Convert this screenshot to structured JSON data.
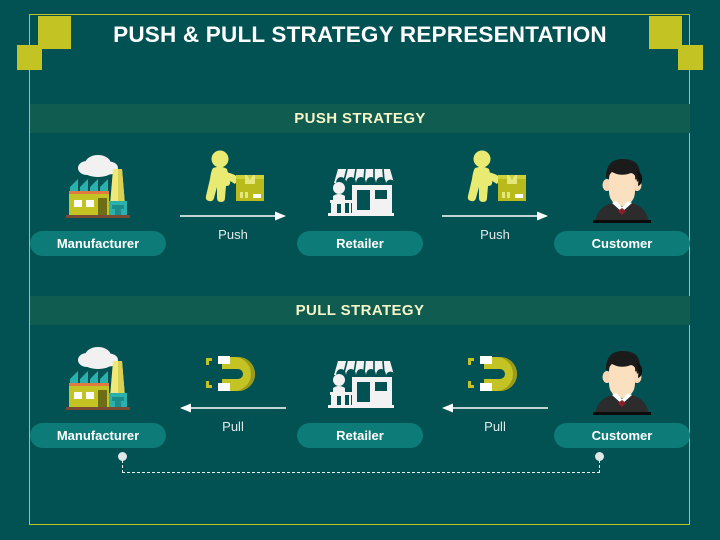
{
  "slide": {
    "title": "PUSH & PULL STRATEGY REPRESENTATION",
    "background_color": "#025153",
    "accent_color": "#c3c423",
    "band_color": "#115c50",
    "pill_color": "#0d7c78"
  },
  "sections": [
    {
      "id": "push",
      "band_label": "PUSH STRATEGY",
      "nodes": [
        {
          "id": "manufacturer",
          "label": "Manufacturer",
          "icon": "factory-icon"
        },
        {
          "id": "retailer",
          "label": "Retailer",
          "icon": "shop-icon"
        },
        {
          "id": "customer",
          "label": "Customer",
          "icon": "customer-avatar-icon"
        }
      ],
      "connectors": [
        {
          "id": "push-1",
          "label": "Push",
          "icon": "worker-pushing-box-icon",
          "direction": "right"
        },
        {
          "id": "push-2",
          "label": "Push",
          "icon": "worker-pushing-box-icon",
          "direction": "right"
        }
      ]
    },
    {
      "id": "pull",
      "band_label": "PULL STRATEGY",
      "nodes": [
        {
          "id": "manufacturer",
          "label": "Manufacturer",
          "icon": "factory-icon"
        },
        {
          "id": "retailer",
          "label": "Retailer",
          "icon": "shop-icon"
        },
        {
          "id": "customer",
          "label": "Customer",
          "icon": "customer-avatar-icon"
        }
      ],
      "connectors": [
        {
          "id": "pull-1",
          "label": "Pull",
          "icon": "magnet-icon",
          "direction": "left"
        },
        {
          "id": "pull-2",
          "label": "Pull",
          "icon": "magnet-icon",
          "direction": "left"
        }
      ]
    }
  ],
  "bracket": {
    "name": "dashed-demand-bracket",
    "from": "Manufacturer",
    "to": "Customer"
  }
}
